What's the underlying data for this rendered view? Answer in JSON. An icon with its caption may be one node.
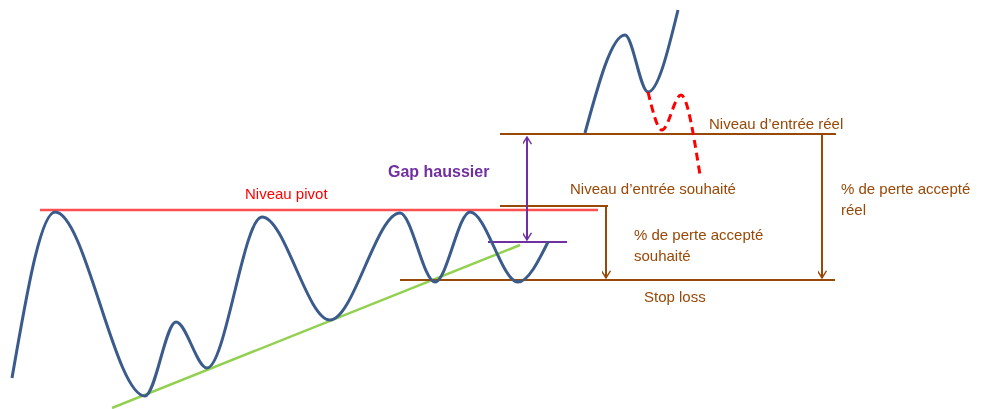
{
  "diagram": {
    "labels": [
      "Niveau d’entrée réel",
      "Gap haussier",
      "Niveau d’entrée souhaité",
      "% de perte accepté réel",
      "Niveau pivot",
      "% de perte accepté souhaité",
      "Stop loss"
    ]
  }
}
